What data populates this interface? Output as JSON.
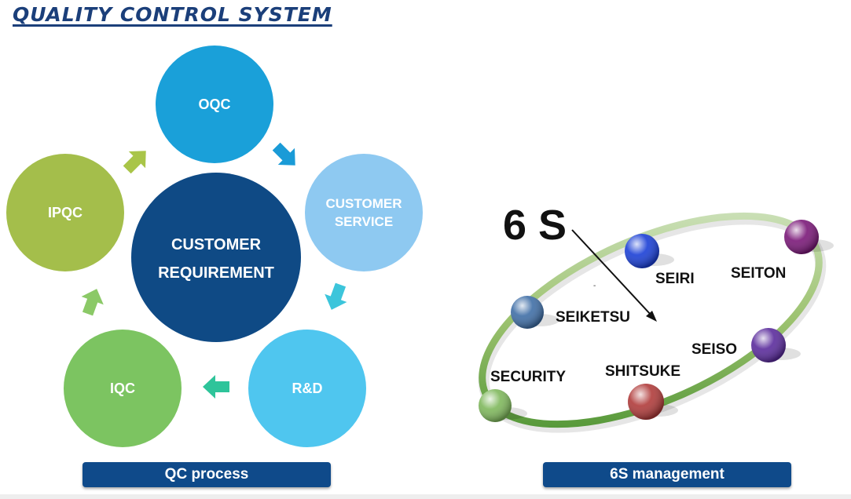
{
  "title": "QUALITY CONTROL SYSTEM",
  "qc_process": {
    "center": {
      "line1": "CUSTOMER",
      "line2": "REQUIREMENT",
      "color": "#0f4a85"
    },
    "nodes": [
      {
        "label": "OQC",
        "color": "#1aa0d9"
      },
      {
        "label_line1": "CUSTOMER",
        "label_line2": "SERVICE",
        "color": "#8ec9f1"
      },
      {
        "label": "R&D",
        "color": "#4fc6ef"
      },
      {
        "label": "IQC",
        "color": "#7cc461"
      },
      {
        "label": "IPQC",
        "color": "#a4be4b"
      }
    ],
    "arrow_colors": [
      "#1a9bd7",
      "#3cc5db",
      "#2ec49a",
      "#8bc967",
      "#a9c548"
    ],
    "caption": "QC process"
  },
  "six_s": {
    "title": "6 S",
    "items": [
      {
        "label": "SEIRI",
        "color": "#1a3fd6"
      },
      {
        "label": "SEITON",
        "color": "#7a1878"
      },
      {
        "label": "SEISO",
        "color": "#5a2b9c"
      },
      {
        "label": "SHITSUKE",
        "color": "#b03b3a"
      },
      {
        "label": "SECURITY",
        "color": "#7fb85c"
      },
      {
        "label": "SEIKETSU",
        "color": "#3f6ea6"
      }
    ],
    "ring_color": "#4a8f2f",
    "caption": "6S management"
  }
}
